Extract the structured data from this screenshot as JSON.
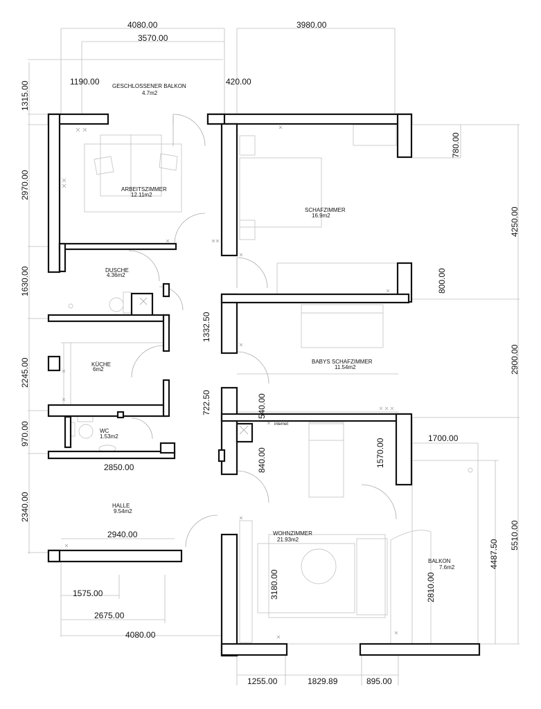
{
  "rooms": [
    {
      "key": "balkon_closed",
      "name": "GESCHLOSSENER BALKON",
      "area": "4.7m2"
    },
    {
      "key": "arbeits",
      "name": "ARBEITSZIMMER",
      "area": "12.11m2"
    },
    {
      "key": "schlaf",
      "name": "SCHAFZIMMER",
      "area": "16.9m2"
    },
    {
      "key": "dusche",
      "name": "DUSCHE",
      "area": "4.36m2"
    },
    {
      "key": "kueche",
      "name": "KÜCHE",
      "area": "6m2"
    },
    {
      "key": "baby",
      "name": "BABYS SCHAFZIMMER",
      "area": "11.54m2"
    },
    {
      "key": "wc",
      "name": "WC",
      "area": "1.53m2"
    },
    {
      "key": "halle",
      "name": "HALLE",
      "area": "9.54m2"
    },
    {
      "key": "wohn",
      "name": "WOHNZIMMER",
      "area": "21.93m2"
    },
    {
      "key": "balkon",
      "name": "BALKON",
      "area": "7.6m2"
    }
  ],
  "labels": {
    "internet": "internet"
  },
  "dimensions": {
    "top_left_total": "4080.00",
    "top_left_inner": "3570.00",
    "top_right_total": "3980.00",
    "balcony_left": "1190.00",
    "balcony_right": "420.00",
    "balcony_height": "1315.00",
    "arbeits_height": "2970.00",
    "dusche_height": "1630.00",
    "kueche_height": "2245.00",
    "wc_height": "970.00",
    "halle_height": "2340.00",
    "schlaf_right_top": "780.00",
    "schlaf_height": "4250.00",
    "schlaf_right_bottom": "800.00",
    "baby_height": "2900.00",
    "corridor_upper": "1332.50",
    "corridor_lower": "722.50",
    "door_width": "540.00",
    "wohn_left_upper": "840.00",
    "wohn_right_upper": "1570.00",
    "balkon_top": "1700.00",
    "wc_bottom": "2850.00",
    "halle_bottom": "2940.00",
    "bottom_1575": "1575.00",
    "bottom_2675": "2675.00",
    "bottom_total_left": "4080.00",
    "wohn_height": "3180.00",
    "balkon_inner": "2810.00",
    "balkon_depth": "4487.50",
    "balkon_total": "5510.00",
    "bottom_1255": "1255.00",
    "bottom_1829": "1829.89",
    "bottom_895": "895.00"
  }
}
